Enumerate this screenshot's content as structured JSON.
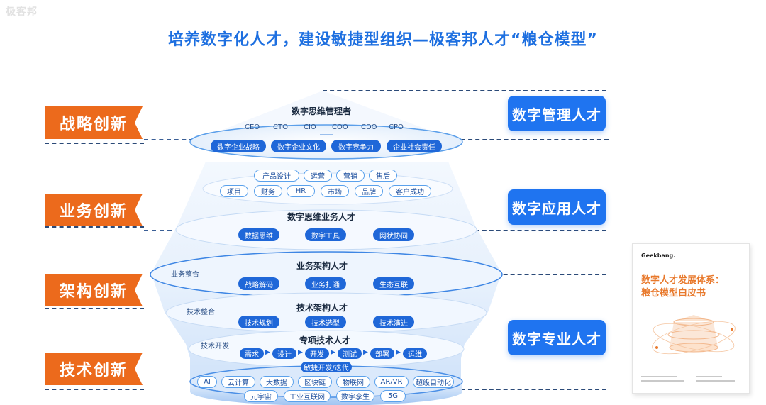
{
  "watermark": "极客邦",
  "title": "培养数字化人才，建设敏捷型组织—极客邦人才“粮仓模型”",
  "left_tags": [
    "战略创新",
    "业务创新",
    "架构创新",
    "技术创新"
  ],
  "right_boxes": [
    "数字管理人才",
    "数字应用人才",
    "数字专业人才"
  ],
  "tier_manager": {
    "heading": "数字思维管理者",
    "roles": [
      "CEO",
      "CTO",
      "CIO",
      "COO",
      "CDO",
      "CPO"
    ],
    "pills": [
      "数字企业战略",
      "数字企业文化",
      "数字竞争力",
      "企业社会责任"
    ]
  },
  "tier_functions": {
    "row1": [
      "产品设计",
      "运营",
      "营销",
      "售后"
    ],
    "row2": [
      "项目",
      "财务",
      "HR",
      "市场",
      "品牌",
      "客户成功"
    ]
  },
  "tier_business": {
    "heading": "数字思维业务人才",
    "pills": [
      "数据思维",
      "数字工具",
      "网状协同"
    ]
  },
  "tier_arch_business": {
    "side_label": "业务整合",
    "heading": "业务架构人才",
    "pills": [
      "战略解码",
      "业务打通",
      "生态互联"
    ]
  },
  "tier_arch_tech": {
    "side_label": "技术整合",
    "heading": "技术架构人才",
    "pills": [
      "技术规划",
      "技术选型",
      "技术演进"
    ]
  },
  "tier_special": {
    "side_label": "技术开发",
    "heading": "专项技术人才",
    "flow": [
      "需求",
      "设计",
      "开发",
      "测试",
      "部署",
      "运维"
    ],
    "agile": "敏捷开发/迭代"
  },
  "tier_tech": {
    "row1": [
      "AI",
      "云计算",
      "大数据",
      "区块链",
      "物联网",
      "AR/VR",
      "超级自动化"
    ],
    "row2": [
      "元宇宙",
      "工业互联网",
      "数字孪生",
      "5G"
    ]
  },
  "book": {
    "logo": "Geekbang.",
    "title_line1": "数字人才发展体系：",
    "title_line2": "粮仓模型白皮书"
  },
  "colors": {
    "orange": "#ec6a1c",
    "blue": "#1f74f0",
    "title_blue": "#1d6fe0",
    "pill_blue": "#1f67d8"
  }
}
